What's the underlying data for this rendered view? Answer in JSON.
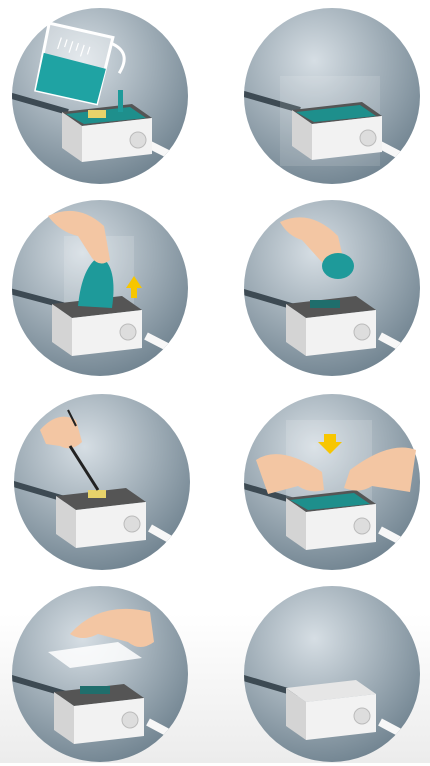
{
  "steps": [
    {
      "id": 1,
      "action": "pour-resin",
      "tools": [
        "measuring-jug-icon"
      ]
    },
    {
      "id": 2,
      "action": "resin-filled",
      "tools": []
    },
    {
      "id": 3,
      "action": "lift-gel-out",
      "tools": [
        "hand-icon",
        "up-arrow-icon"
      ]
    },
    {
      "id": 4,
      "action": "gel-removed-in-hand",
      "tools": [
        "hand-icon"
      ]
    },
    {
      "id": 5,
      "action": "rework-connection",
      "tools": [
        "screwdriver-icon",
        "hand-icon"
      ]
    },
    {
      "id": 6,
      "action": "press-gel-back",
      "tools": [
        "hands-icon",
        "down-arrow-icon"
      ]
    },
    {
      "id": 7,
      "action": "place-lid",
      "tools": [
        "hand-icon"
      ]
    },
    {
      "id": 8,
      "action": "closed-box",
      "tools": []
    }
  ],
  "colors": {
    "circle_light": "#c9d3da",
    "circle_dark": "#7d8f9b",
    "box_front": "#f2f2f2",
    "box_side": "#d9d9d9",
    "gel": "#1e9a9a",
    "board": "#1f6e6c",
    "skin": "#f3c6a3",
    "arrow": "#f7c600",
    "cable": "#f7f7f7"
  }
}
